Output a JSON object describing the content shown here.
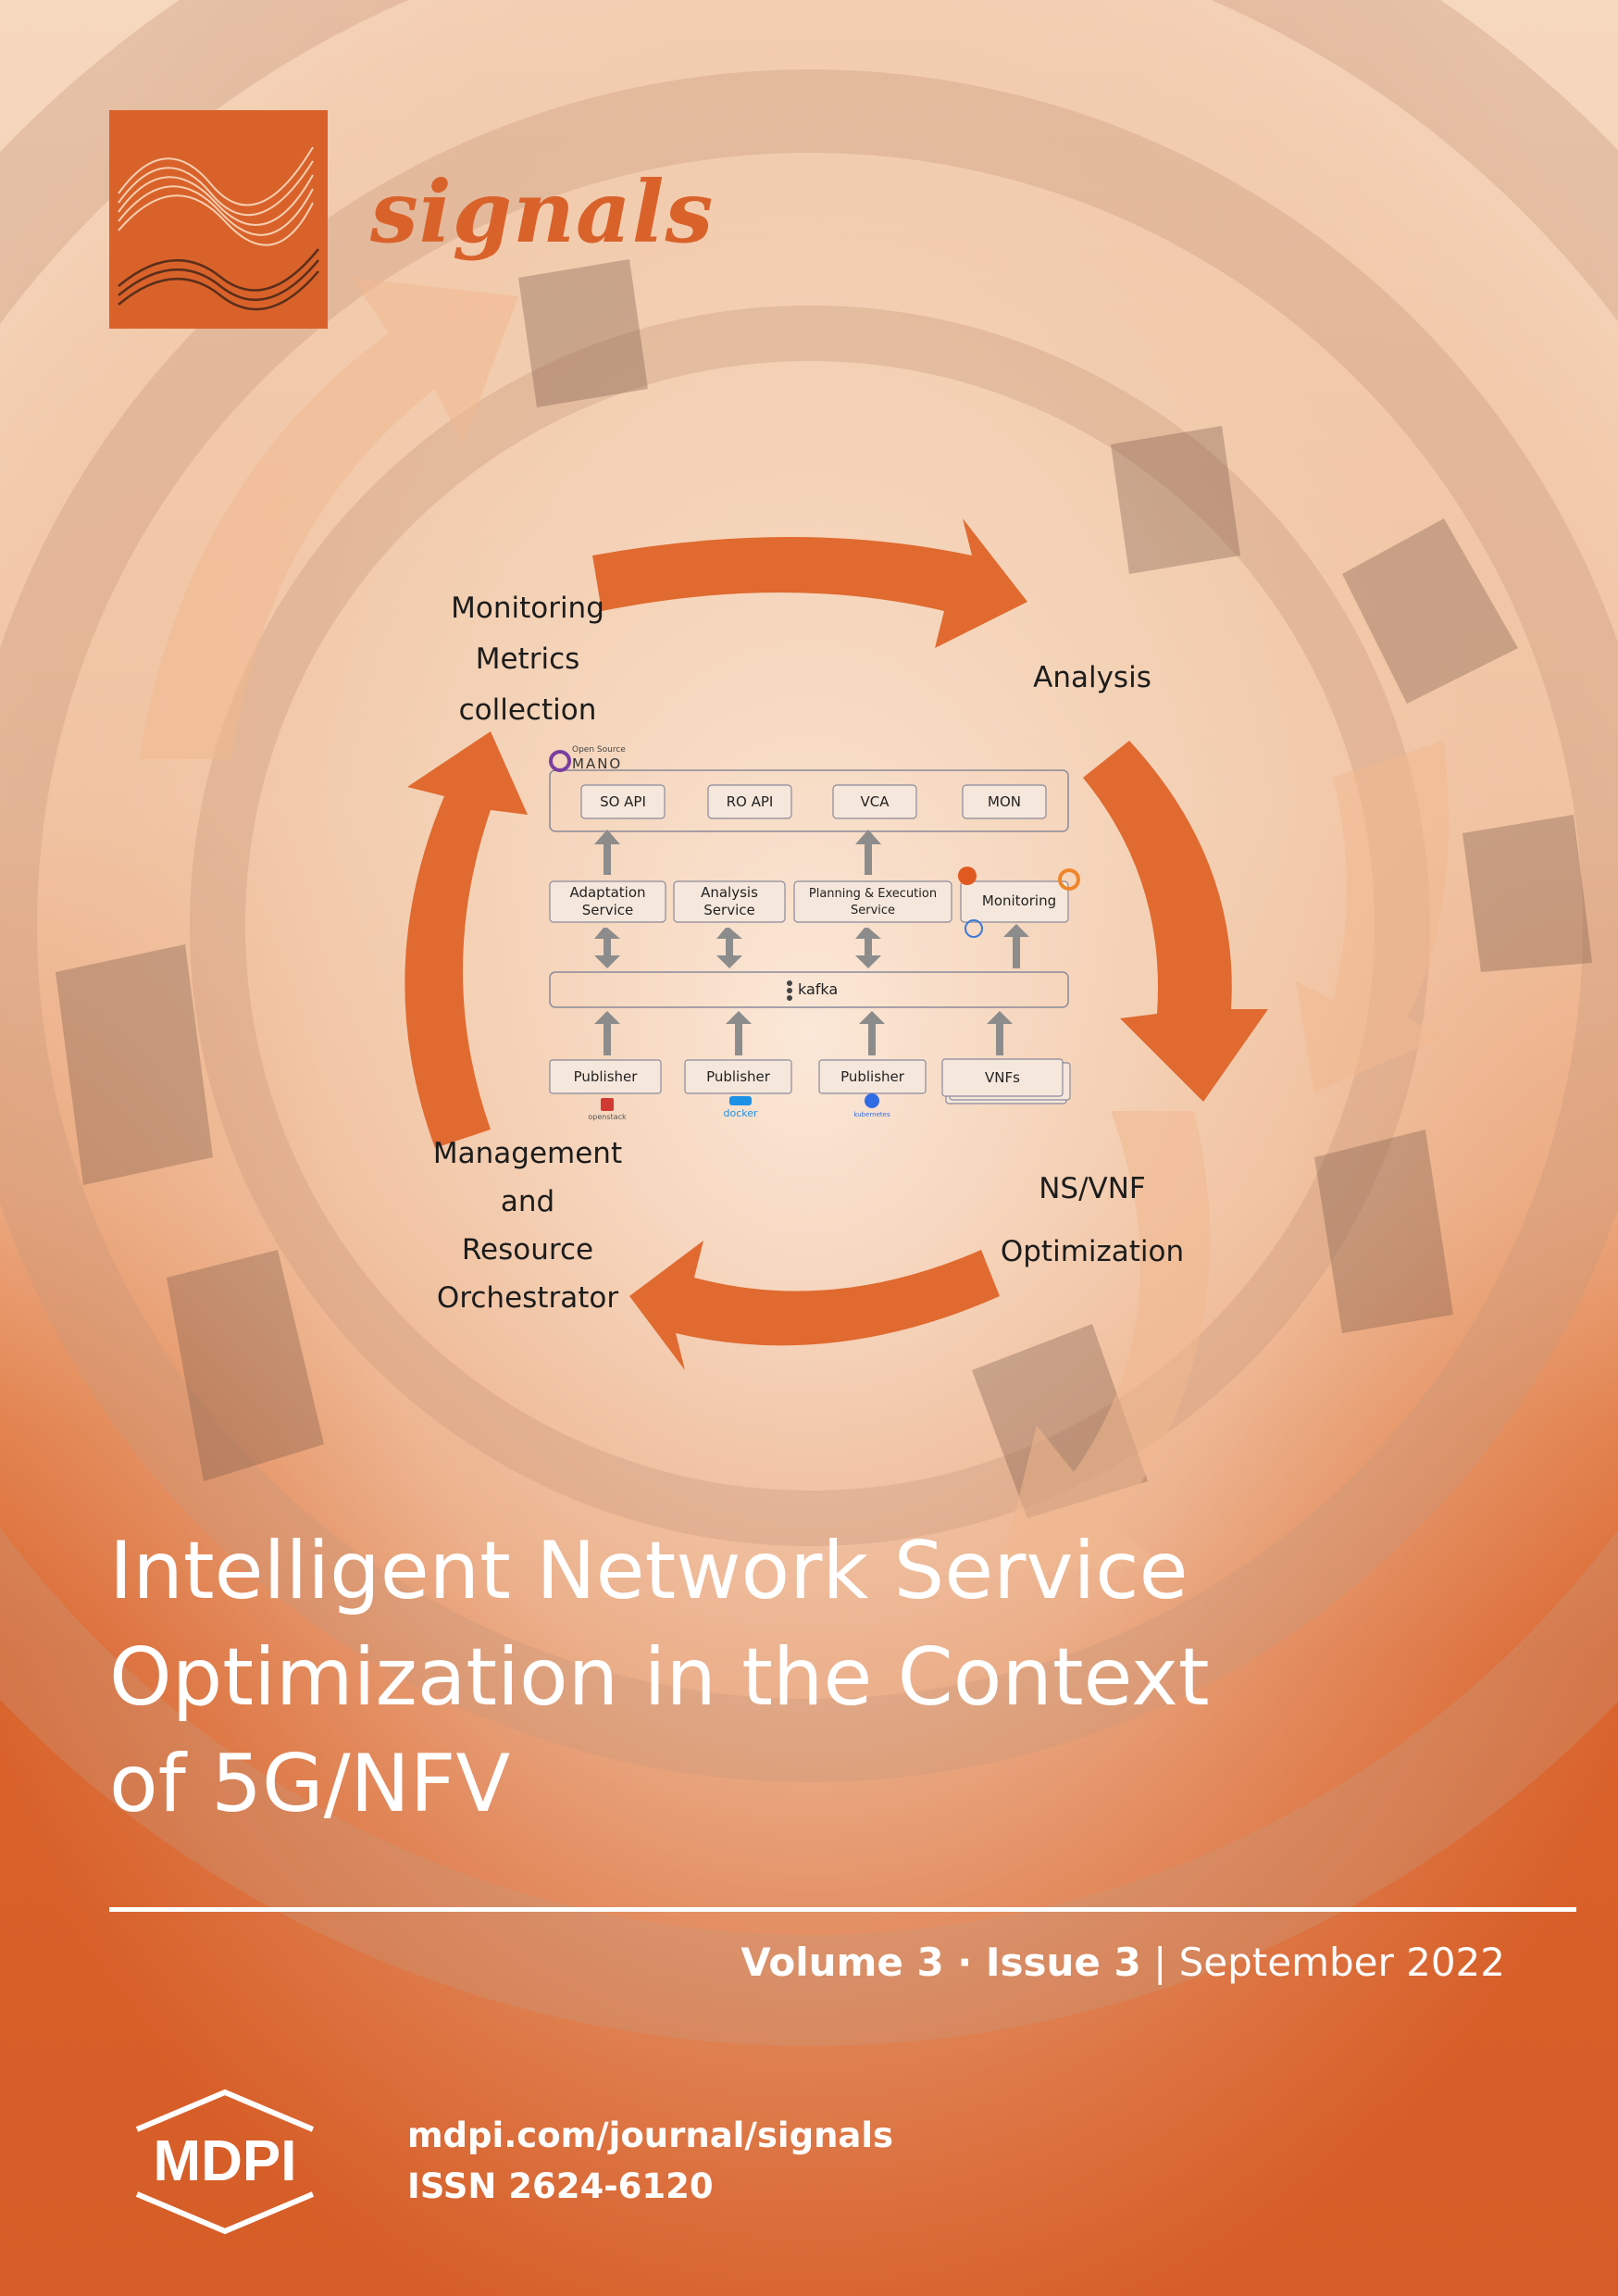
{
  "journal": {
    "name": "signals"
  },
  "cycle_labels": {
    "monitoring": [
      "Monitoring",
      "Metrics",
      "collection"
    ],
    "analysis": "Analysis",
    "nsvnf": [
      "NS/VNF",
      "Optimization"
    ],
    "management": [
      "Management",
      "and",
      "Resource",
      "Orchestrator"
    ]
  },
  "diagram": {
    "mano_small": "Open Source",
    "mano": "MANO",
    "top_boxes": [
      "SO API",
      "RO API",
      "VCA",
      "MON"
    ],
    "middle_boxes": [
      [
        "Adaptation",
        "Service"
      ],
      [
        "Analysis",
        "Service"
      ],
      [
        "Planning & Execution",
        "Service"
      ],
      [
        "Monitoring"
      ]
    ],
    "bus": "kafka",
    "bottom_boxes": [
      "Publisher",
      "Publisher",
      "Publisher",
      "VNFs"
    ],
    "bottom_logos": [
      "openstack",
      "docker",
      "kubernetes"
    ]
  },
  "title_lines": [
    "Intelligent Network Service",
    "Optimization in the Context",
    "of 5G/NFV"
  ],
  "issue": {
    "volume": "Volume 3",
    "separator": " · ",
    "issue": "Issue 3",
    "bar": " | ",
    "date": "September 2022"
  },
  "footer": {
    "url": "mdpi.com/journal/signals",
    "issn": "ISSN 2624-6120",
    "publisher": "MDPI"
  },
  "colors": {
    "brand_orange": "#d9622b",
    "cream": "#f6d8bf",
    "white": "#ffffff"
  }
}
